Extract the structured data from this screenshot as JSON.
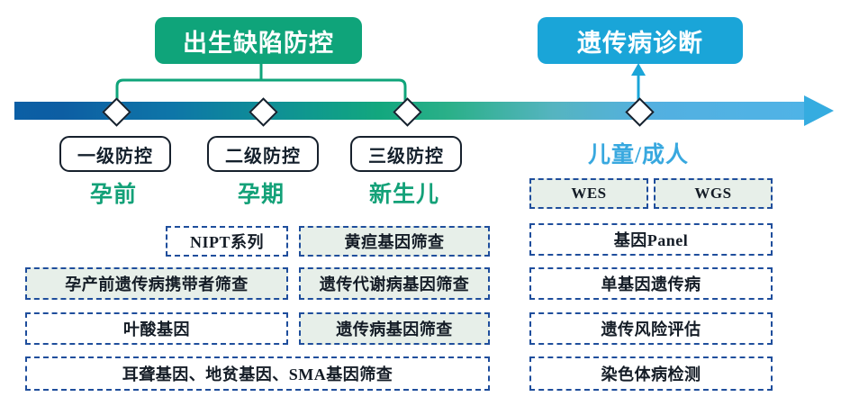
{
  "headers": {
    "prevention": "出生缺陷防控",
    "diagnosis": "遗传病诊断"
  },
  "colors": {
    "prevention_green": "#0fa47a",
    "diagnosis_blue": "#1aa5d8",
    "box_border": "#1f4e9c",
    "box_fill": "#e7efe9",
    "stage_green": "#13a178",
    "stage_blue": "#38a8df"
  },
  "timeline": {
    "milestones": [
      {
        "label": "一级防控",
        "stage": "孕前"
      },
      {
        "label": "二级防控",
        "stage": "孕期"
      },
      {
        "label": "三级防控",
        "stage": "新生儿"
      },
      {
        "label": "",
        "stage": "儿童/成人"
      }
    ]
  },
  "columns": {
    "prenatal": [
      {
        "text": "孕产前遗传病携带者筛查",
        "filled": true
      },
      {
        "text": "叶酸基因",
        "filled": false
      }
    ],
    "pregnancy": [
      {
        "text": "NIPT系列",
        "filled": false
      }
    ],
    "newborn": [
      {
        "text": "黄疸基因筛查",
        "filled": true
      },
      {
        "text": "遗传代谢病基因筛查",
        "filled": true
      },
      {
        "text": "遗传病基因筛查",
        "filled": true
      }
    ],
    "wide": [
      {
        "text": "耳聋基因、地贫基因、SMA基因筛查",
        "filled": false
      }
    ],
    "adult": [
      {
        "text": "WES",
        "filled": true
      },
      {
        "text": "WGS",
        "filled": true
      },
      {
        "text": "基因Panel",
        "filled": false
      },
      {
        "text": "单基因遗传病",
        "filled": false
      },
      {
        "text": "遗传风险评估",
        "filled": false
      },
      {
        "text": "染色体病检测",
        "filled": false
      }
    ]
  }
}
